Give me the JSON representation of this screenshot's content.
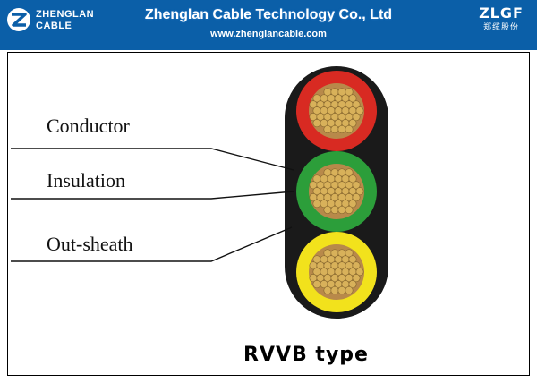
{
  "header": {
    "logo_left": {
      "line1": "ZHENGLAN",
      "line2": "CABLE"
    },
    "company": "Zhenglan Cable Technology Co., Ltd",
    "website": "www.zhenglancable.com",
    "logo_right": {
      "mark": "ZLGF",
      "subtitle": "郑缆股份"
    }
  },
  "diagram": {
    "labels": {
      "conductor": "Conductor",
      "insulation": "Insulation",
      "sheath": "Out-sheath"
    },
    "title": "RVVB type",
    "colors": {
      "header_bg": "#0b5fa8",
      "sheath": "#1a1a1a",
      "core_top": "#d82a22",
      "core_middle": "#2c9e3a",
      "core_bottom": "#f2e21c",
      "strand": "#d8b15a"
    },
    "cores": [
      "red",
      "green",
      "yellow"
    ]
  }
}
